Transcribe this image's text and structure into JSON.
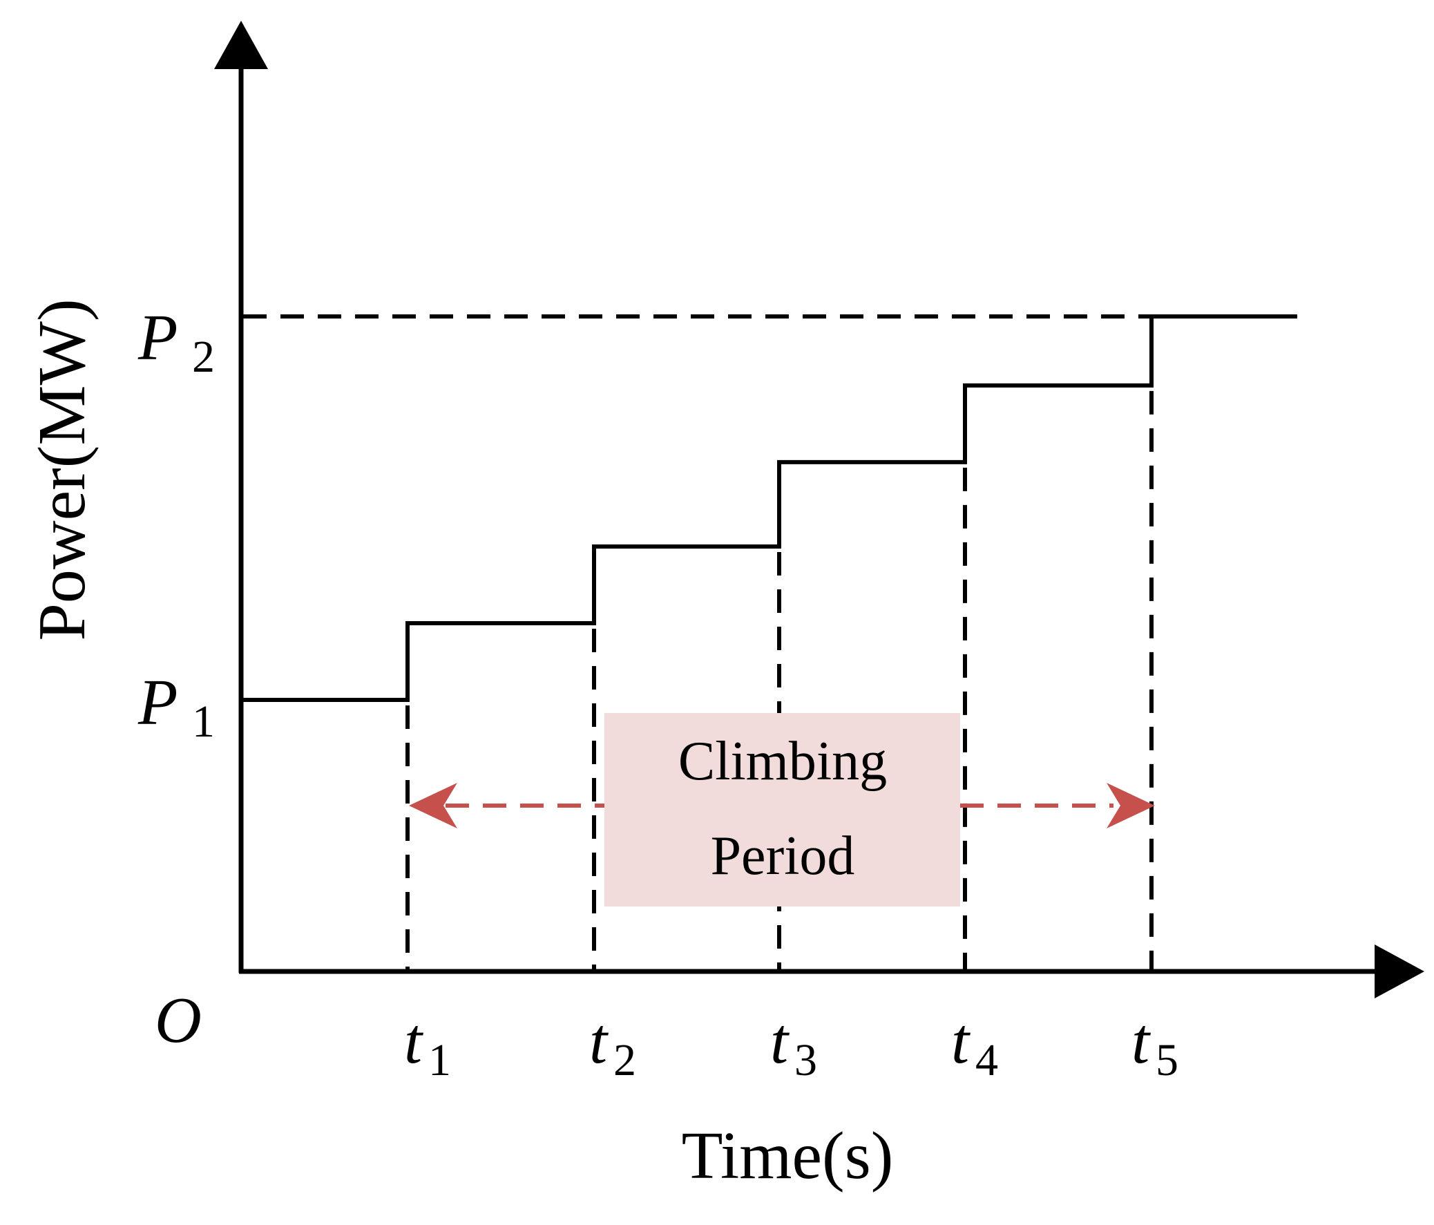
{
  "colors": {
    "axis": "#000000",
    "step_line": "#000000",
    "guide_dashes": "#000000",
    "arrow": "#c5504c",
    "label_box": "#f2dcdb"
  },
  "axes": {
    "y_label": "Power(MW)",
    "x_label": "Time(s)",
    "origin_label": "O"
  },
  "y_levels": [
    {
      "symbol": "P",
      "subscript": "1"
    },
    {
      "symbol": "P",
      "subscript": "2"
    }
  ],
  "x_ticks": [
    {
      "symbol": "t",
      "subscript": "1"
    },
    {
      "symbol": "t",
      "subscript": "2"
    },
    {
      "symbol": "t",
      "subscript": "3"
    },
    {
      "symbol": "t",
      "subscript": "4"
    },
    {
      "symbol": "t",
      "subscript": "5"
    }
  ],
  "annotation": {
    "line1": "Climbing",
    "line2": "Period"
  },
  "step_profile": {
    "levels_fraction_P1_to_P2": [
      0,
      0.2,
      0.4,
      0.62,
      0.82,
      1.0
    ]
  }
}
